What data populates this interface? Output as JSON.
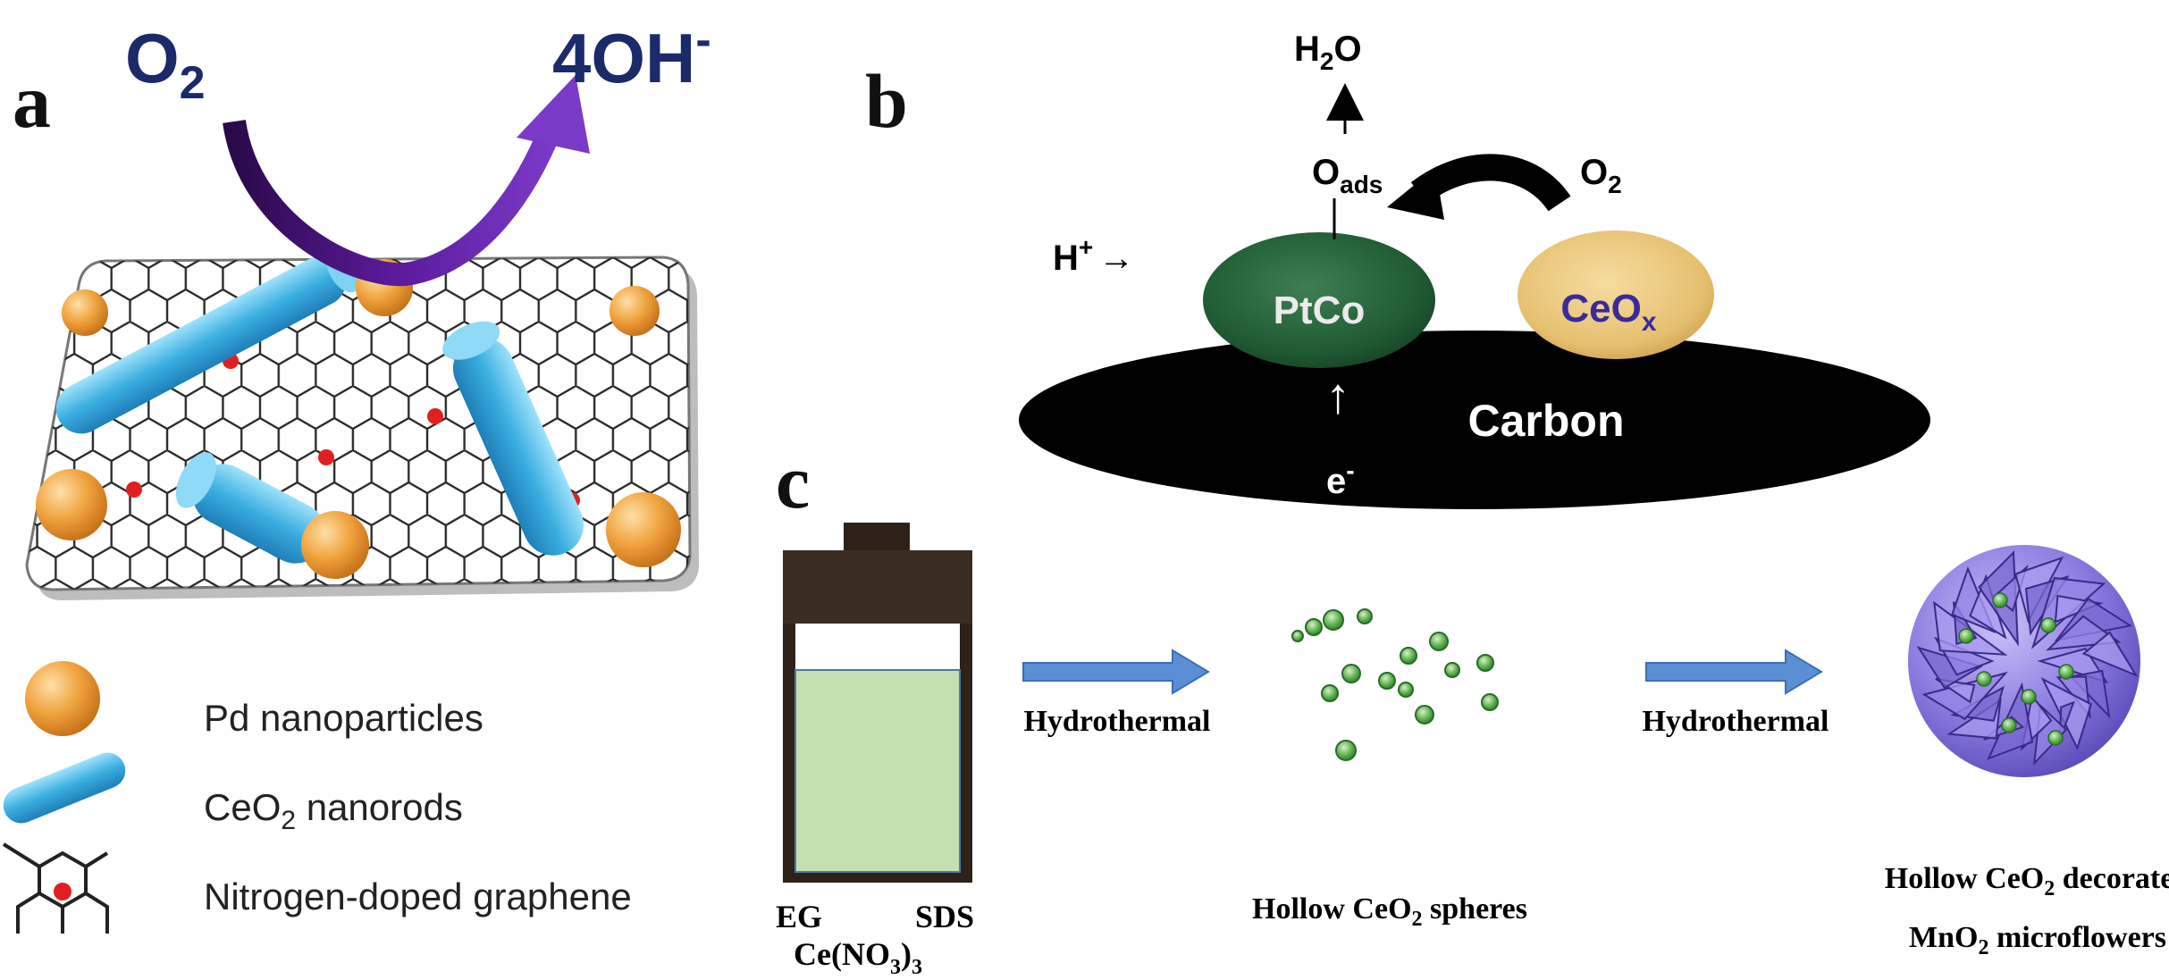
{
  "panels": {
    "a": {
      "label": "a",
      "reactant": {
        "base": "O",
        "sub": "2"
      },
      "product": {
        "base": "4OH",
        "sup": "-"
      },
      "legend": [
        {
          "icon": "pd-nanoparticle-icon",
          "parts": [
            {
              "t": "Pd nanoparticles"
            }
          ]
        },
        {
          "icon": "ceo2-nanorod-icon",
          "parts": [
            {
              "t": "CeO"
            },
            {
              "t": "2",
              "sub": true
            },
            {
              "t": " nanorods"
            }
          ]
        },
        {
          "icon": "graphene-lattice-icon",
          "parts": [
            {
              "t": "Nitrogen-doped graphene"
            }
          ]
        }
      ]
    },
    "b": {
      "label": "b",
      "water": {
        "a": "H",
        "sub": "2",
        "b": "O"
      },
      "oads": {
        "base": "O",
        "sub": "ads"
      },
      "o2": {
        "base": "O",
        "sub": "2"
      },
      "proton": {
        "base": "H",
        "sup": "+",
        "arrow": "→"
      },
      "ptco": "PtCo",
      "ceox": {
        "base": "CeO",
        "sub": "x"
      },
      "carbon": "Carbon",
      "electron": {
        "base": "e",
        "sup": "-"
      },
      "up_arrow": "↑"
    },
    "c": {
      "label": "c",
      "vial_labels": {
        "left": "EG",
        "right": "SDS",
        "bottom": {
          "a": "Ce(NO",
          "sub1": "3",
          "b": ")",
          "sub2": "3"
        }
      },
      "step1": "Hydrothermal",
      "step2": "Hydrothermal",
      "spheres_label": {
        "a": "Hollow CeO",
        "sub": "2",
        "b": " spheres"
      },
      "product_label_line1": {
        "a": "Hollow CeO",
        "sub": "2",
        "b": " decorated"
      },
      "product_label_line2": {
        "a": "MnO",
        "sub": "2",
        "b": " microflowers"
      }
    }
  },
  "colors": {
    "pd_orange": "#f0a23c",
    "rod_blue": "#3aaee0",
    "nitrogen_red": "#e02020",
    "ptco_green": "#1f5a32",
    "ceox_gold": "#e6c070",
    "ceox_text": "#3a2a9a",
    "carbon_black": "#000000",
    "arc_purple": "#4a1a8a",
    "formula_navy": "#1a2a6a",
    "solution_green": "#c5e0b0",
    "step_arrow_blue": "#5a8fd6",
    "flower_purple": "#8a7ae0"
  }
}
